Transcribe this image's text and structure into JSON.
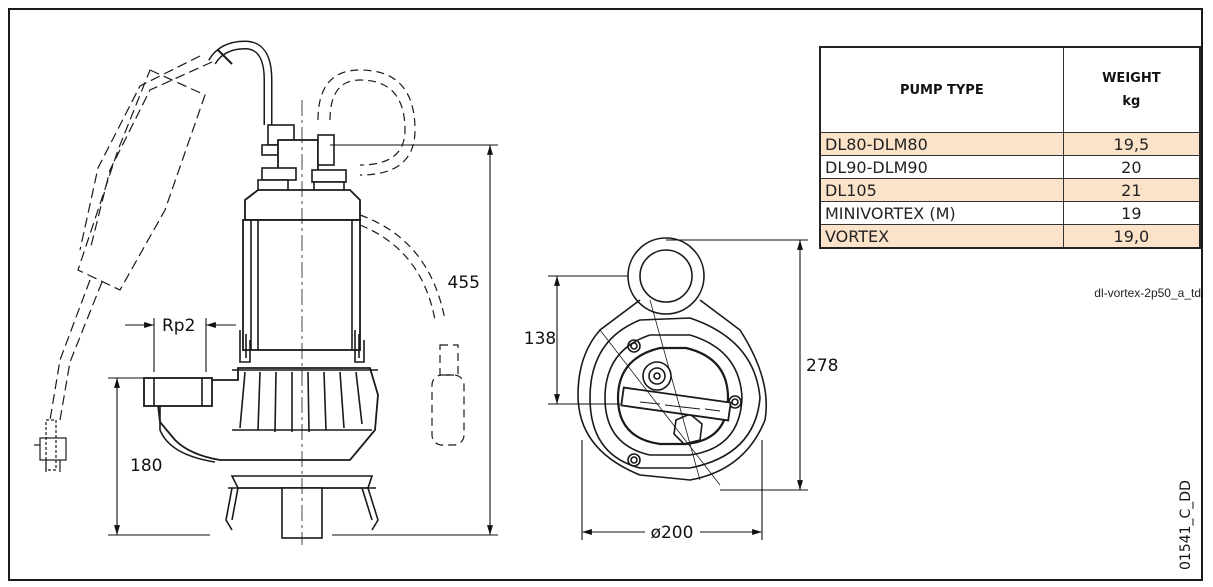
{
  "dimensions": {
    "height_total": "455",
    "outlet_height": "180",
    "outlet_thread": "Rp2",
    "plan_offset": "138",
    "plan_depth": "278",
    "plan_diameter": "ø200"
  },
  "weight_table": {
    "col_type": "PUMP TYPE",
    "col_weight": "WEIGHT",
    "col_unit": "kg",
    "rows": [
      {
        "type": "DL80-DLM80",
        "weight": "19,5"
      },
      {
        "type": "DL90-DLM90",
        "weight": "20"
      },
      {
        "type": "DL105",
        "weight": "21"
      },
      {
        "type": "MINIVORTEX (M)",
        "weight": "19"
      },
      {
        "type": "VORTEX",
        "weight": "19,0"
      }
    ],
    "caption": "dl-vortex-2p50_a_td"
  },
  "drawing_code": "01541_C_DD",
  "colors": {
    "row_highlight": "#fbe3c9",
    "line": "#1a1a1a"
  }
}
